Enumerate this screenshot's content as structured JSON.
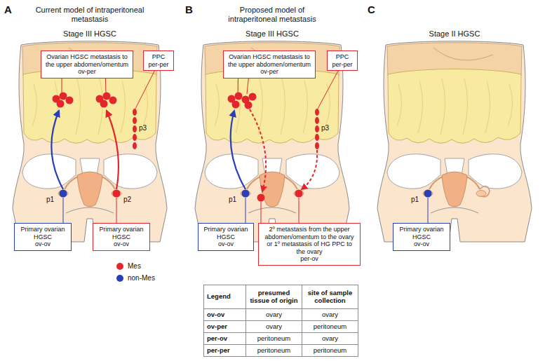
{
  "diagram": {
    "nodes": [
      {
        "text": [
          "Ovarian HGSC metastasis to the upper abdomen/omentum",
          "ov-per"
        ]
      },
      {
        "text": [
          "PPC",
          "per-per"
        ]
      },
      {
        "text": [
          "Primary ovarian HGSC",
          "ov-ov"
        ]
      },
      {
        "text": [
          "Primary ovarian HGSC",
          "ov-ov"
        ]
      },
      {
        "text": [
          "Ovarian HGSC metastasis to the upper abdomen/omentum",
          "ov-per"
        ]
      },
      {
        "text": [
          "PPC",
          "per-per"
        ]
      },
      {
        "text": [
          "Primary ovarian HGSC",
          "ov-ov"
        ]
      },
      {
        "text": [
          "2º metastasis from the upper abdomen/omentum to the ovary or 1º metastasis of HG PPC to the ovary",
          "per-ov"
        ]
      },
      {
        "text": [
          "Primary ovarian HGSC",
          "ov-ov"
        ]
      }
    ],
    "labels": [
      "A",
      "Current model of intraperitoneal metastasis",
      "Stage III HGSC",
      "p1",
      "p2",
      "p3",
      "B",
      "Proposed model of intraperitoneal metastasis",
      "Stage III HGSC",
      "p1",
      "p3",
      "C",
      "Stage II HGSC",
      "p1",
      "Legend",
      "presumed tissue of origin",
      "site of sample collection",
      "ov-ov",
      "ovary",
      "ovary",
      "ov-per",
      "ovary",
      "peritoneum",
      "per-ov",
      "peritoneum",
      "ovary",
      "per-per",
      "peritoneum",
      "peritoneum"
    ],
    "legend": [
      {
        "text": "Mes",
        "color": "#e3262b"
      },
      {
        "text": "non-Mes",
        "color": "#2a3fb5"
      }
    ]
  }
}
